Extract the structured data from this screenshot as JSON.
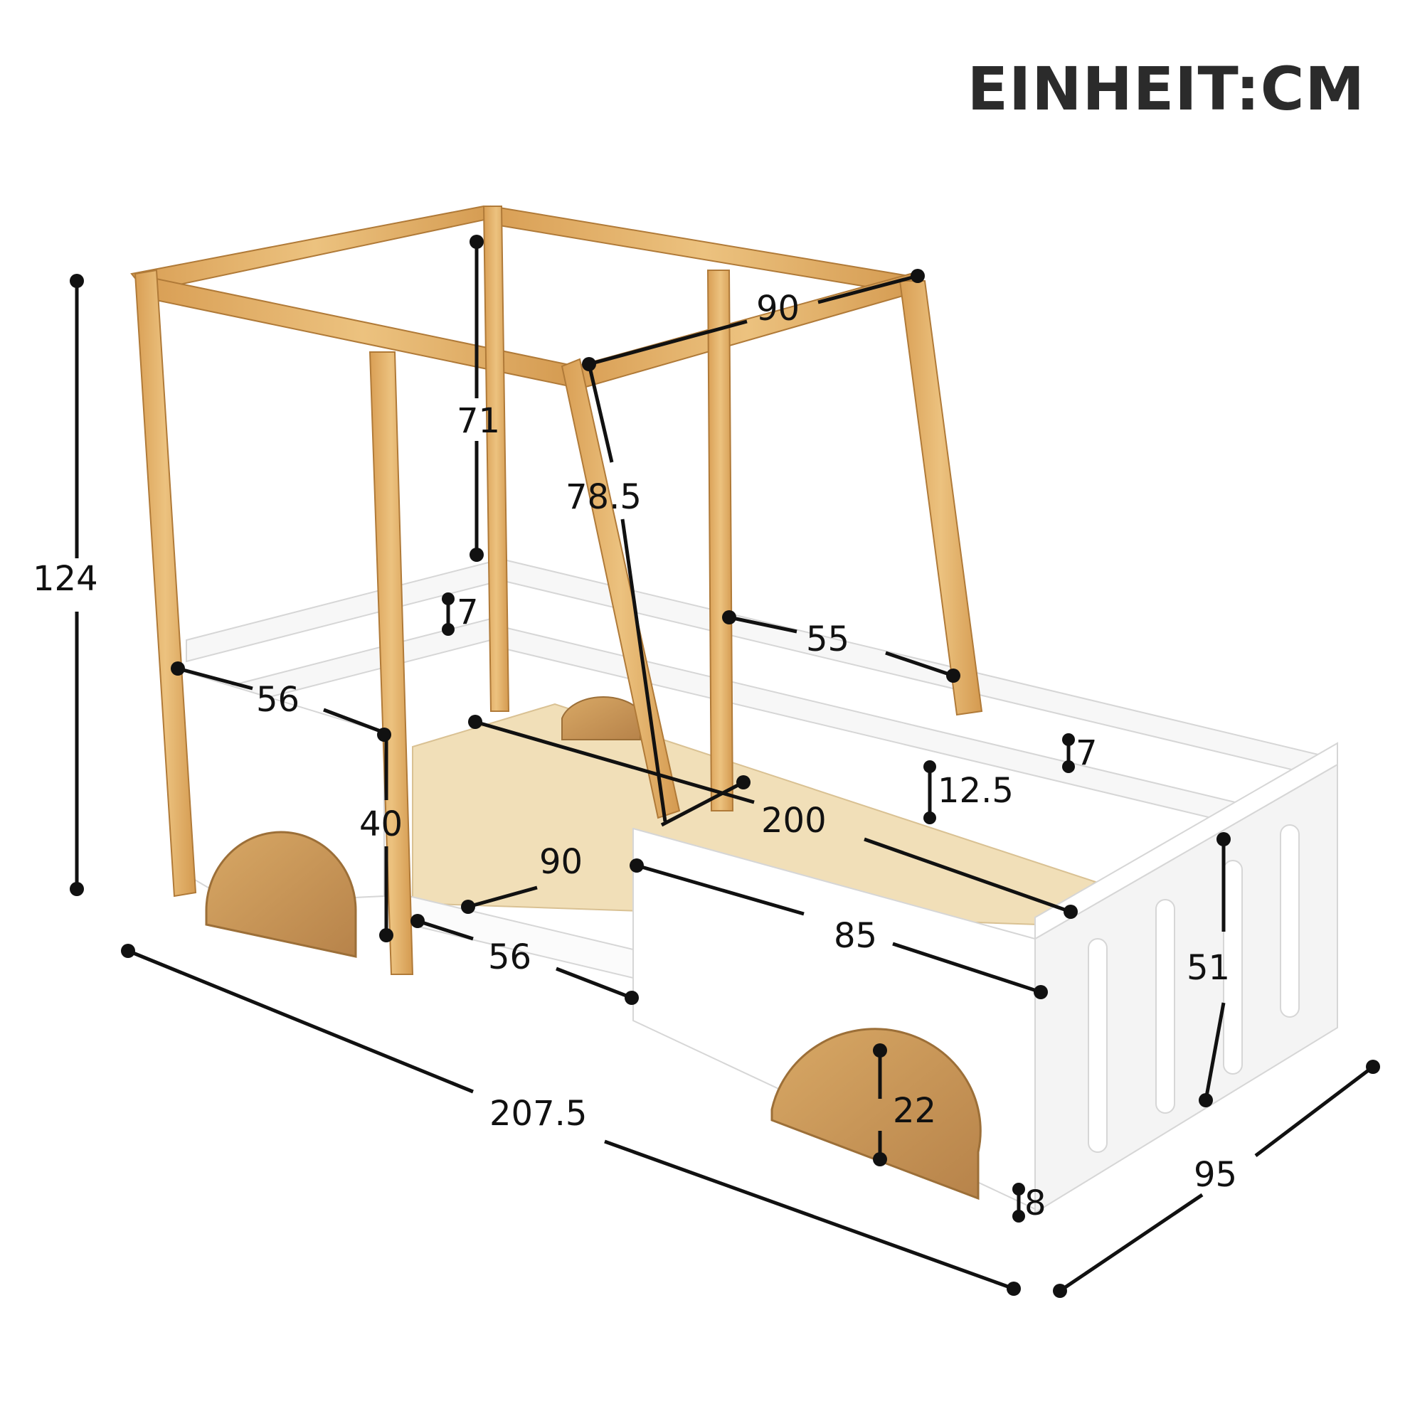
{
  "unit_title": "EINHEIT:CM",
  "dimensions": {
    "total_height": "124",
    "roof_width": "90",
    "cabin_height": "71",
    "windshield_length": "78.5",
    "rail_spacing_front": "7",
    "side_rail_length": "55",
    "front_panel_width": "56",
    "front_panel_height": "40",
    "mattress_length": "200",
    "rail_height": "12.5",
    "rail_spacing_back": "7",
    "mattress_width": "90",
    "rear_panel_length": "85",
    "step_length": "56",
    "tailgate_height": "51",
    "total_length": "207.5",
    "wheel_height": "22",
    "ground_clearance": "8",
    "total_width": "95"
  },
  "colors": {
    "wood": "#e2b26c",
    "wood_dark": "#c98f45",
    "panel": "#ffffff",
    "panel_shade": "#e9e9e9",
    "wheel": "#c9985a",
    "line": "#111111"
  }
}
